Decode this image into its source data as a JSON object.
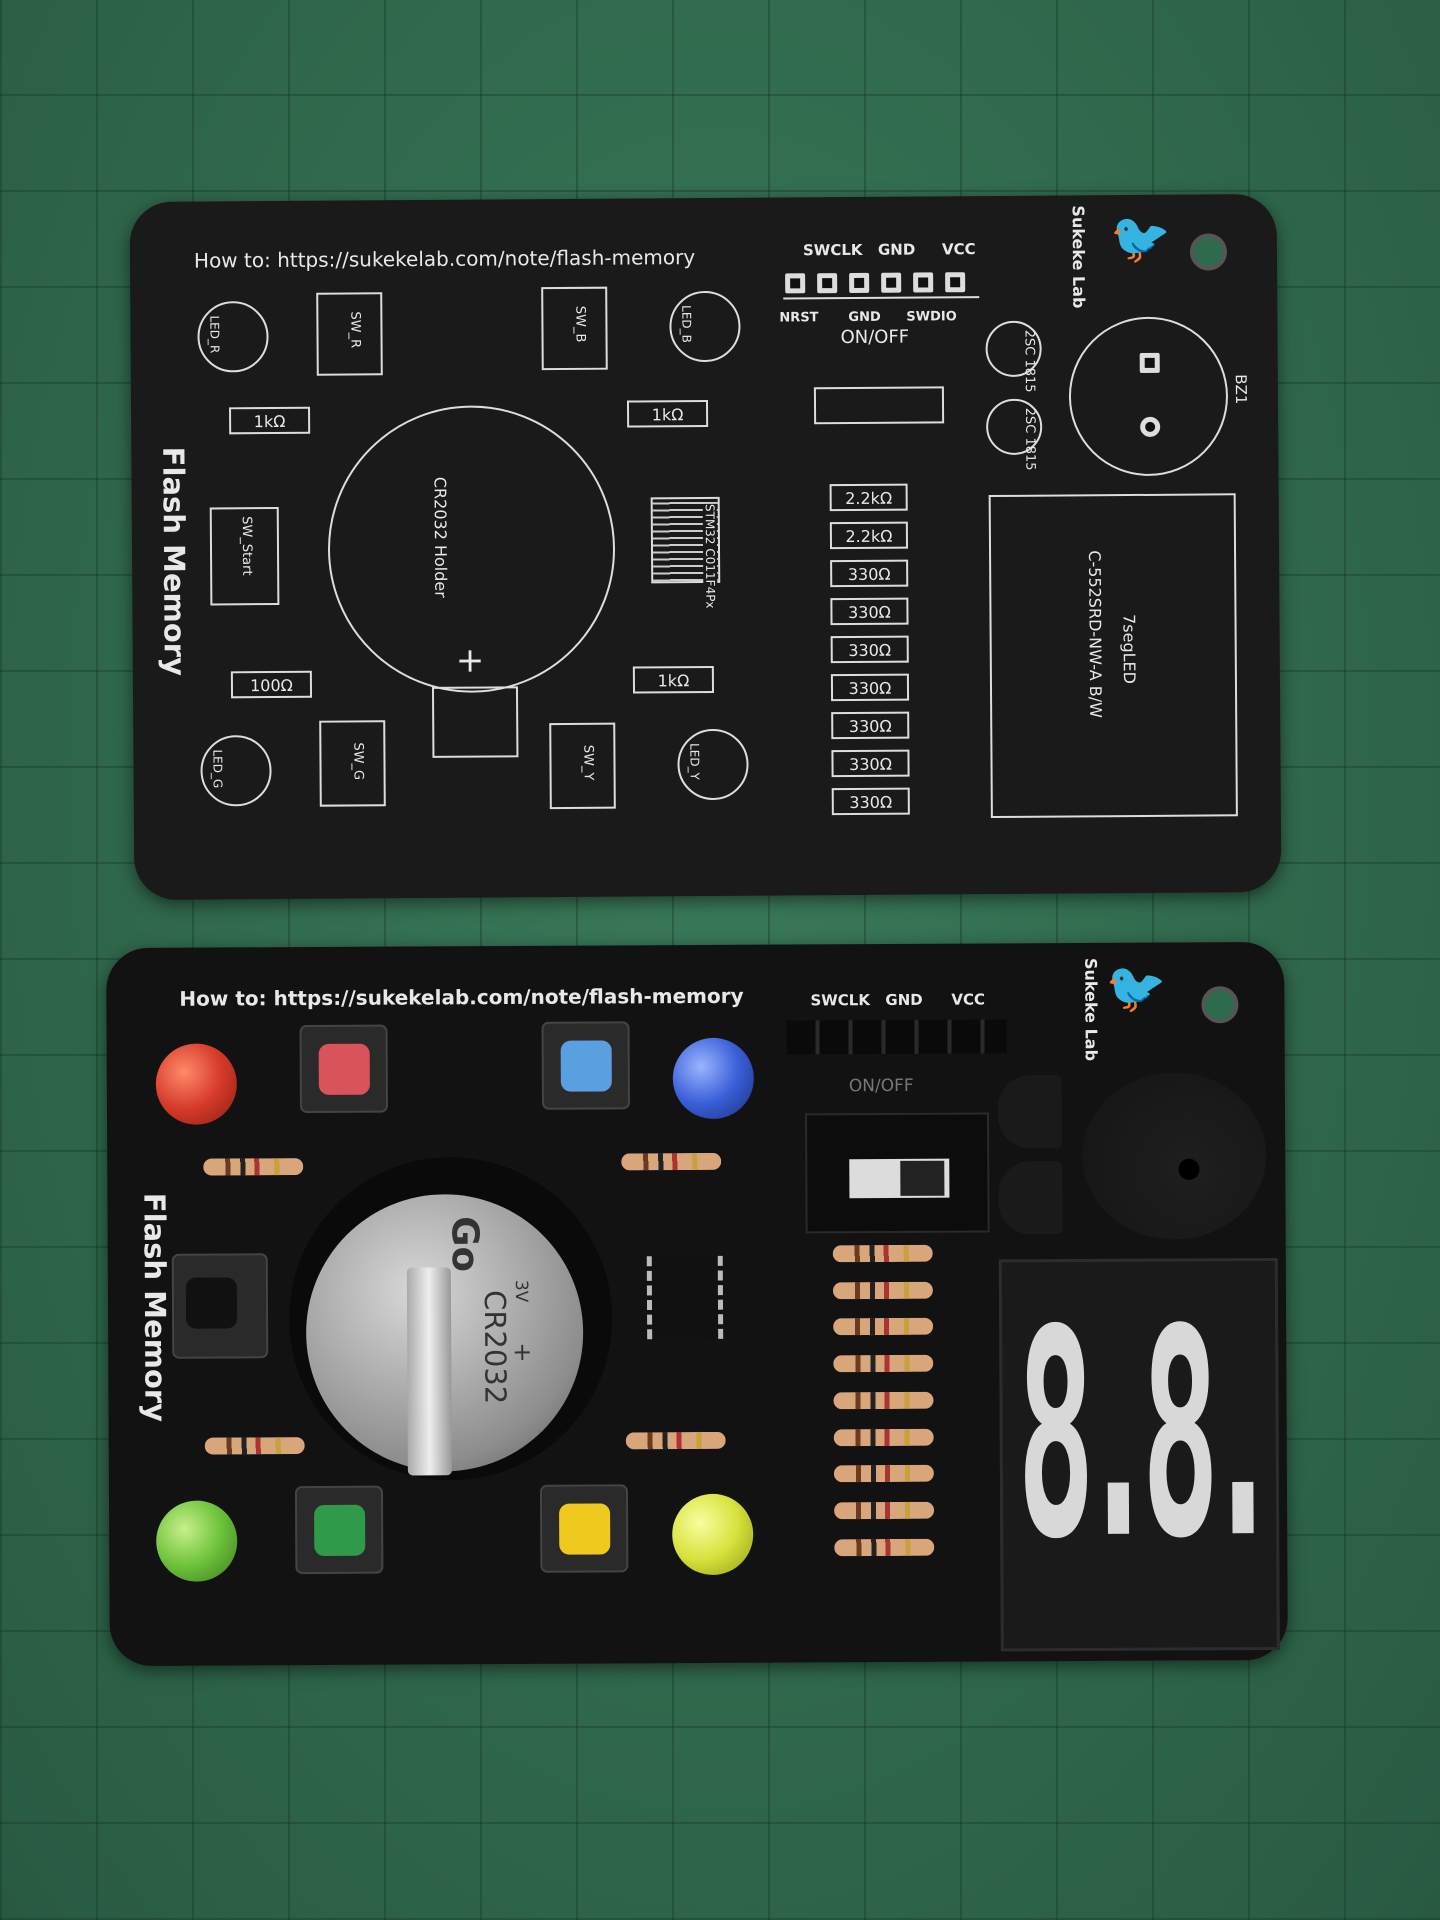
{
  "top_board": {
    "url_text": "How to: https://sukekelab.com/note/flash-memory",
    "title": "Flash Memory",
    "brand": "Sukeke Lab",
    "header_top": [
      "SWCLK",
      "GND",
      "VCC"
    ],
    "header_bottom": [
      "NRST",
      "GND",
      "SWDIO"
    ],
    "switch_label": "ON/OFF",
    "switches": {
      "r": "SW_R",
      "b": "SW_B",
      "g": "SW_G",
      "y": "SW_Y",
      "start": "SW_Start"
    },
    "leds": {
      "r": "LED_R",
      "b": "LED_B",
      "g": "LED_G",
      "y": "LED_Y"
    },
    "resistors_left": [
      "1kΩ",
      "1kΩ",
      "100Ω",
      "1kΩ"
    ],
    "resistors_column": [
      "2.2kΩ",
      "2.2kΩ",
      "330Ω",
      "330Ω",
      "330Ω",
      "330Ω",
      "330Ω",
      "330Ω",
      "330Ω"
    ],
    "battery_holder": "CR2032 Holder",
    "battery_plus": "+",
    "mcu": "STM32 C011F4Px",
    "transistors": [
      "2SC 1815",
      "2SC 1815"
    ],
    "buzzer": "BZ1",
    "display_label": "7segLED",
    "display_part": "C-552SRD-NW-A B/W"
  },
  "bottom_board": {
    "url_text": "How to: https://sukekelab.com/note/flash-memory",
    "title": "Flash Memory",
    "brand": "Sukeke Lab",
    "header_top": [
      "SWCLK",
      "GND",
      "VCC"
    ],
    "switch_label": "ON/OFF",
    "battery": {
      "brand": "Go",
      "voltage": "3V",
      "model": "CR2032",
      "plus": "+"
    },
    "display_digits": "8.8."
  },
  "colors": {
    "mat": "#2f6a4e",
    "pcb": "#161616",
    "silk": "#e8e8e8",
    "led_red": "#d63a2a",
    "led_blue": "#3a5fd8",
    "led_green": "#6cc23a",
    "led_yellow": "#d7e23a"
  }
}
